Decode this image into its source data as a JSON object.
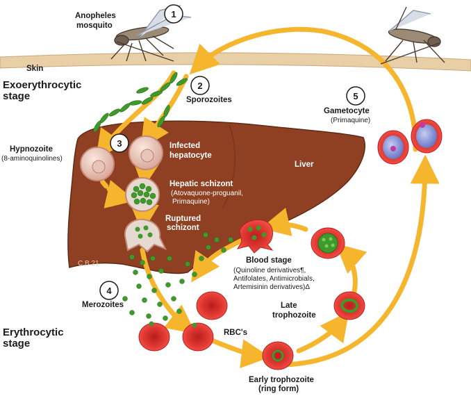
{
  "labels": {
    "mosquito": [
      "Anopheles",
      "mosquito"
    ],
    "skin": "Skin",
    "exo_stage": [
      "Exoerythrocytic",
      "stage"
    ],
    "ery_stage": [
      "Erythrocytic",
      "stage"
    ],
    "sporozoites": "Sporozoites",
    "hypnozoite": "Hypnozoite",
    "hypnozoite_drug": "(8-aminoquinolines)",
    "infected_hepatocyte": [
      "Infected",
      "hepatocyte"
    ],
    "liver": "Liver",
    "hepatic_schizont": "Hepatic schizont",
    "hepatic_schizont_drug": [
      "(Atovaquone-proguanil,",
      "Primaquine)"
    ],
    "ruptured_schizont": [
      "Ruptured",
      "schizont"
    ],
    "merozoites": "Merozoites",
    "rbcs": "RBC's",
    "early_trophozoite": [
      "Early trophozoite",
      "(ring form)"
    ],
    "late_trophozoite": [
      "Late",
      "trophozoite"
    ],
    "blood_stage": "Blood stage",
    "blood_stage_drugs": [
      "(Quinoline derivatives¶,",
      "Antifolates, Antimicrobials,",
      "Artemisinin derivatives)Δ"
    ],
    "gametocyte": "Gametocyte",
    "gametocyte_drug": "(Primaquine)",
    "signature": "C.B.21"
  },
  "steps": [
    "1",
    "2",
    "3",
    "4",
    "5"
  ],
  "colors": {
    "cycle_arrow": "#f5b52c",
    "liver": "#8f4022",
    "skin": "#e8cfa6",
    "rbc": "#e0312e",
    "parasite_green": "#3f9a2c",
    "gametocyte_blue": "#7f8ed6"
  }
}
